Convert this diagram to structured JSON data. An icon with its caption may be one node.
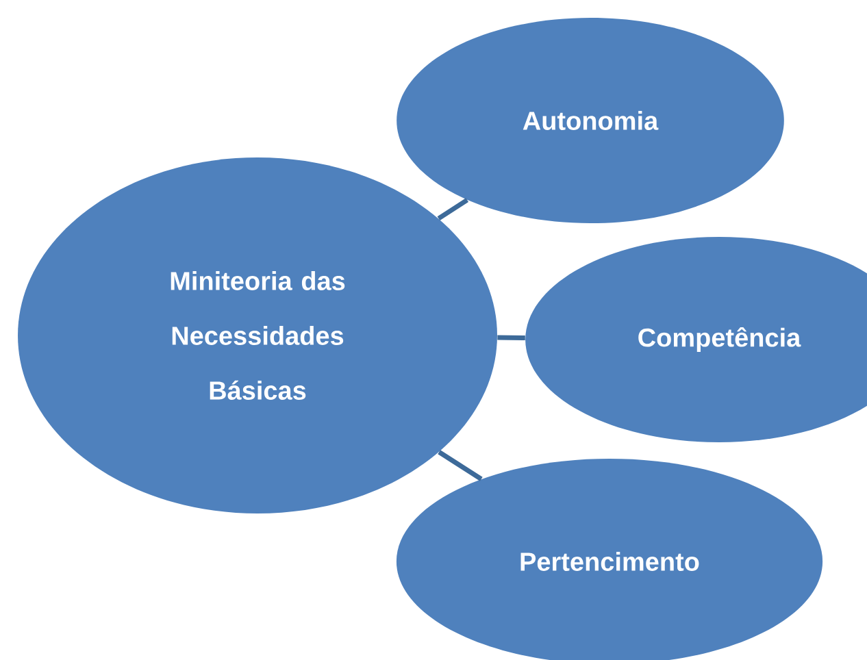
{
  "diagram": {
    "nodes": [
      {
        "text": [
          "Miniteoria das Necessidades Básicas"
        ]
      },
      {
        "text": [
          "Autonomia"
        ]
      },
      {
        "text": [
          "Competência"
        ]
      },
      {
        "text": [
          "Pertencimento"
        ]
      }
    ],
    "edges": [
      {
        "from": 0,
        "to": 1,
        "arrow": "none"
      },
      {
        "from": 0,
        "to": 2,
        "arrow": "none"
      },
      {
        "from": 0,
        "to": 3,
        "arrow": "none"
      }
    ]
  }
}
